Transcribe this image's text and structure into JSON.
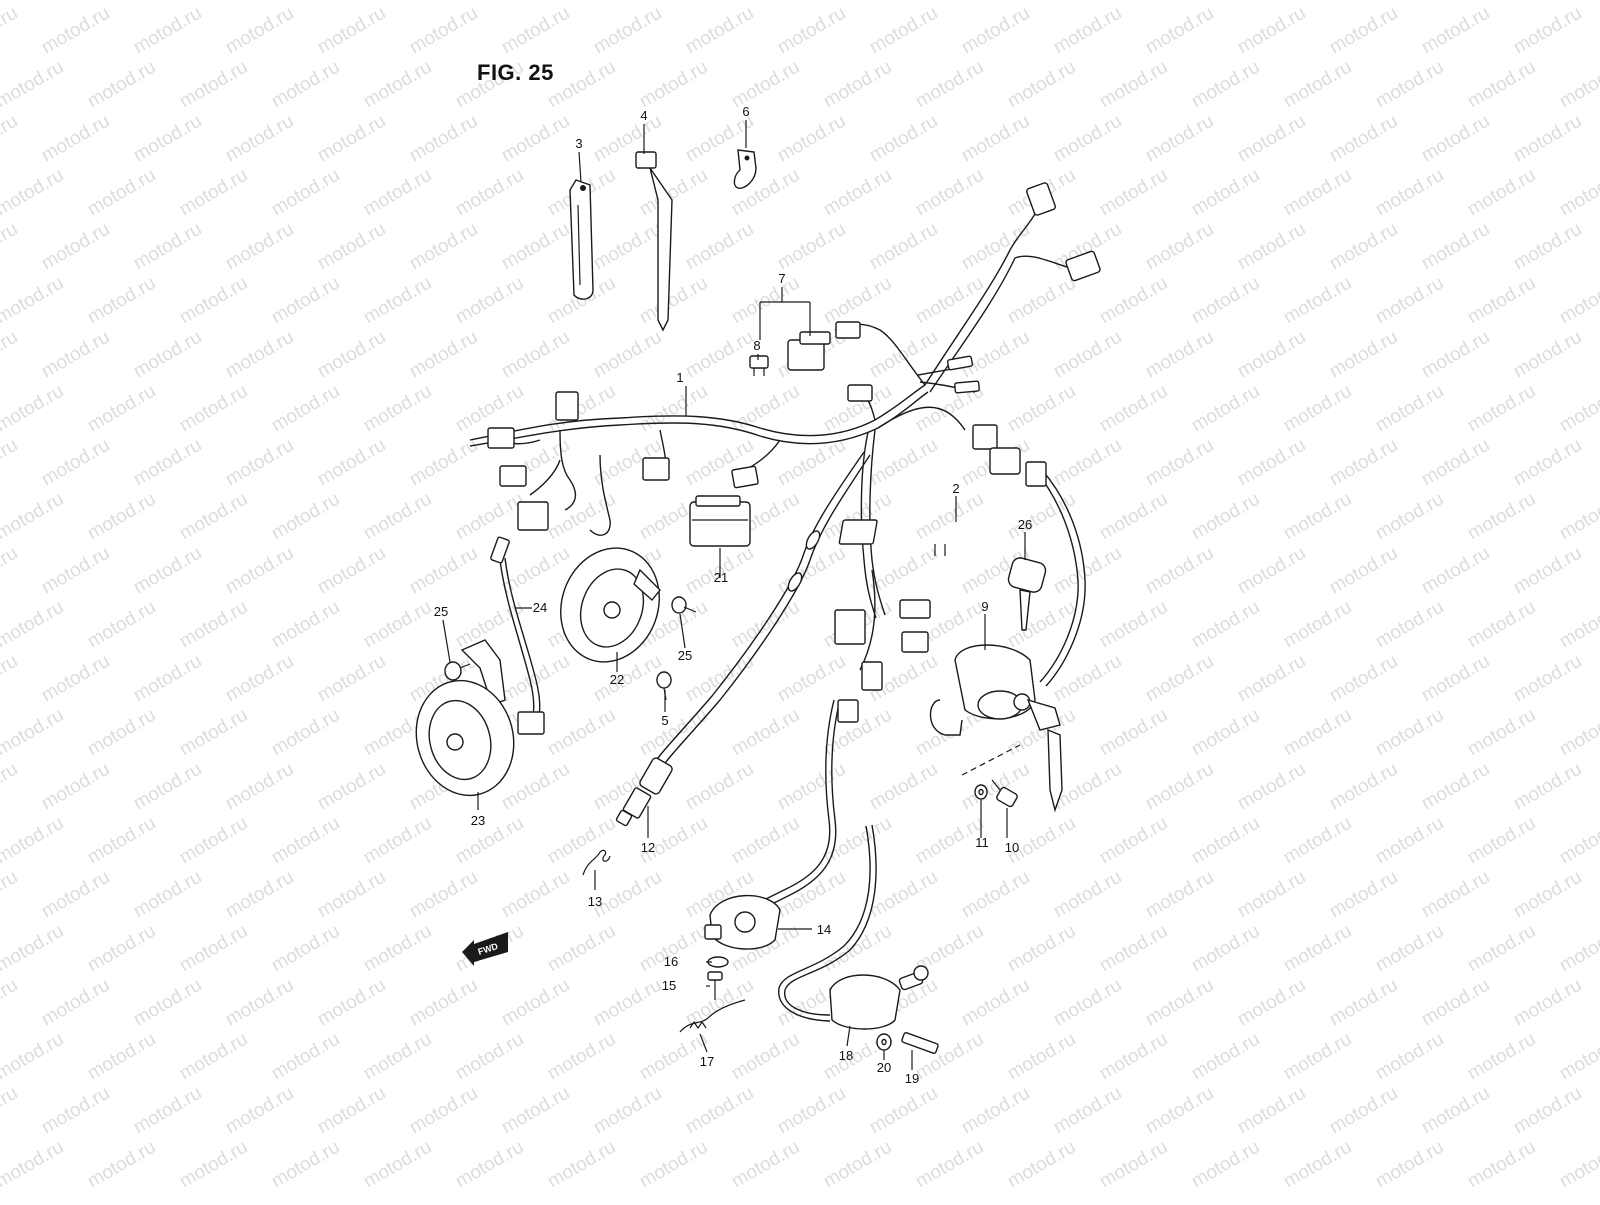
{
  "figure": {
    "title": "FIG. 25",
    "watermark": "motod.ru",
    "forward_label": "FWD",
    "colors": {
      "ink": "#1a1a1a",
      "watermark": "#dcdcdc",
      "background": "#ffffff"
    }
  },
  "callouts": [
    {
      "id": "1",
      "label": "1"
    },
    {
      "id": "2",
      "label": "2"
    },
    {
      "id": "3",
      "label": "3"
    },
    {
      "id": "4",
      "label": "4"
    },
    {
      "id": "5",
      "label": "5"
    },
    {
      "id": "6",
      "label": "6"
    },
    {
      "id": "7",
      "label": "7"
    },
    {
      "id": "8",
      "label": "8"
    },
    {
      "id": "9",
      "label": "9"
    },
    {
      "id": "10",
      "label": "10"
    },
    {
      "id": "11",
      "label": "11"
    },
    {
      "id": "12",
      "label": "12"
    },
    {
      "id": "13",
      "label": "13"
    },
    {
      "id": "14",
      "label": "14"
    },
    {
      "id": "15",
      "label": "15"
    },
    {
      "id": "16",
      "label": "16"
    },
    {
      "id": "17",
      "label": "17"
    },
    {
      "id": "18",
      "label": "18"
    },
    {
      "id": "19",
      "label": "19"
    },
    {
      "id": "20",
      "label": "20"
    },
    {
      "id": "21",
      "label": "21"
    },
    {
      "id": "22",
      "label": "22"
    },
    {
      "id": "23",
      "label": "23"
    },
    {
      "id": "24",
      "label": "24"
    },
    {
      "id": "25a",
      "label": "25"
    },
    {
      "id": "25b",
      "label": "25"
    },
    {
      "id": "26",
      "label": "26"
    }
  ]
}
